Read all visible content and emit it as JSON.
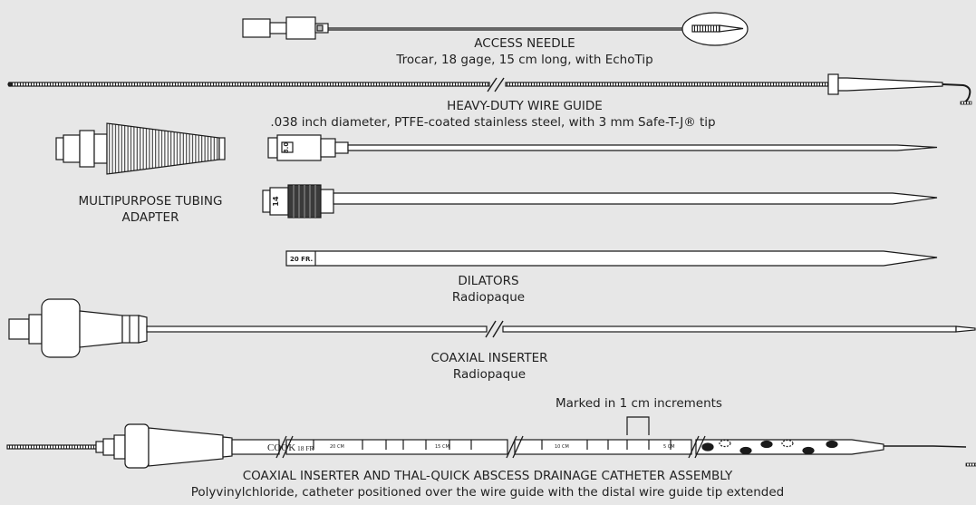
{
  "access_needle": {
    "title": "ACCESS NEEDLE",
    "subtitle": "Trocar, 18 gage, 15 cm long, with EchoTip"
  },
  "wire_guide": {
    "title": "HEAVY-DUTY WIRE GUIDE",
    "subtitle": ".038 inch diameter, PTFE-coated stainless steel, with 3 mm Safe-T-J® tip"
  },
  "tubing_adapter": {
    "line1": "MULTIPURPOSE TUBING",
    "line2": "ADAPTER"
  },
  "dilators": {
    "title": "DILATORS",
    "subtitle": "Radiopaque",
    "size_labels": [
      "8.0",
      "14",
      "20 FR."
    ]
  },
  "coaxial_inserter": {
    "title": "COAXIAL INSERTER",
    "subtitle": "Radiopaque"
  },
  "catheter_assembly": {
    "callout": "Marked in 1 cm increments",
    "brand": "COOK",
    "size": "18 FR",
    "markings": [
      "20 CM",
      "15 CM",
      "10 CM",
      "5 CM"
    ],
    "title": "COAXIAL INSERTER AND THAL-QUICK ABSCESS DRAINAGE CATHETER ASSEMBLY",
    "subtitle": "Polyvinylchloride, catheter positioned over the wire guide with the distal wire guide tip extended"
  },
  "colors": {
    "background": "#e7e7e7",
    "line": "#1a1a1a",
    "fill": "#ffffff",
    "dark_part": "#3a3a3a"
  }
}
